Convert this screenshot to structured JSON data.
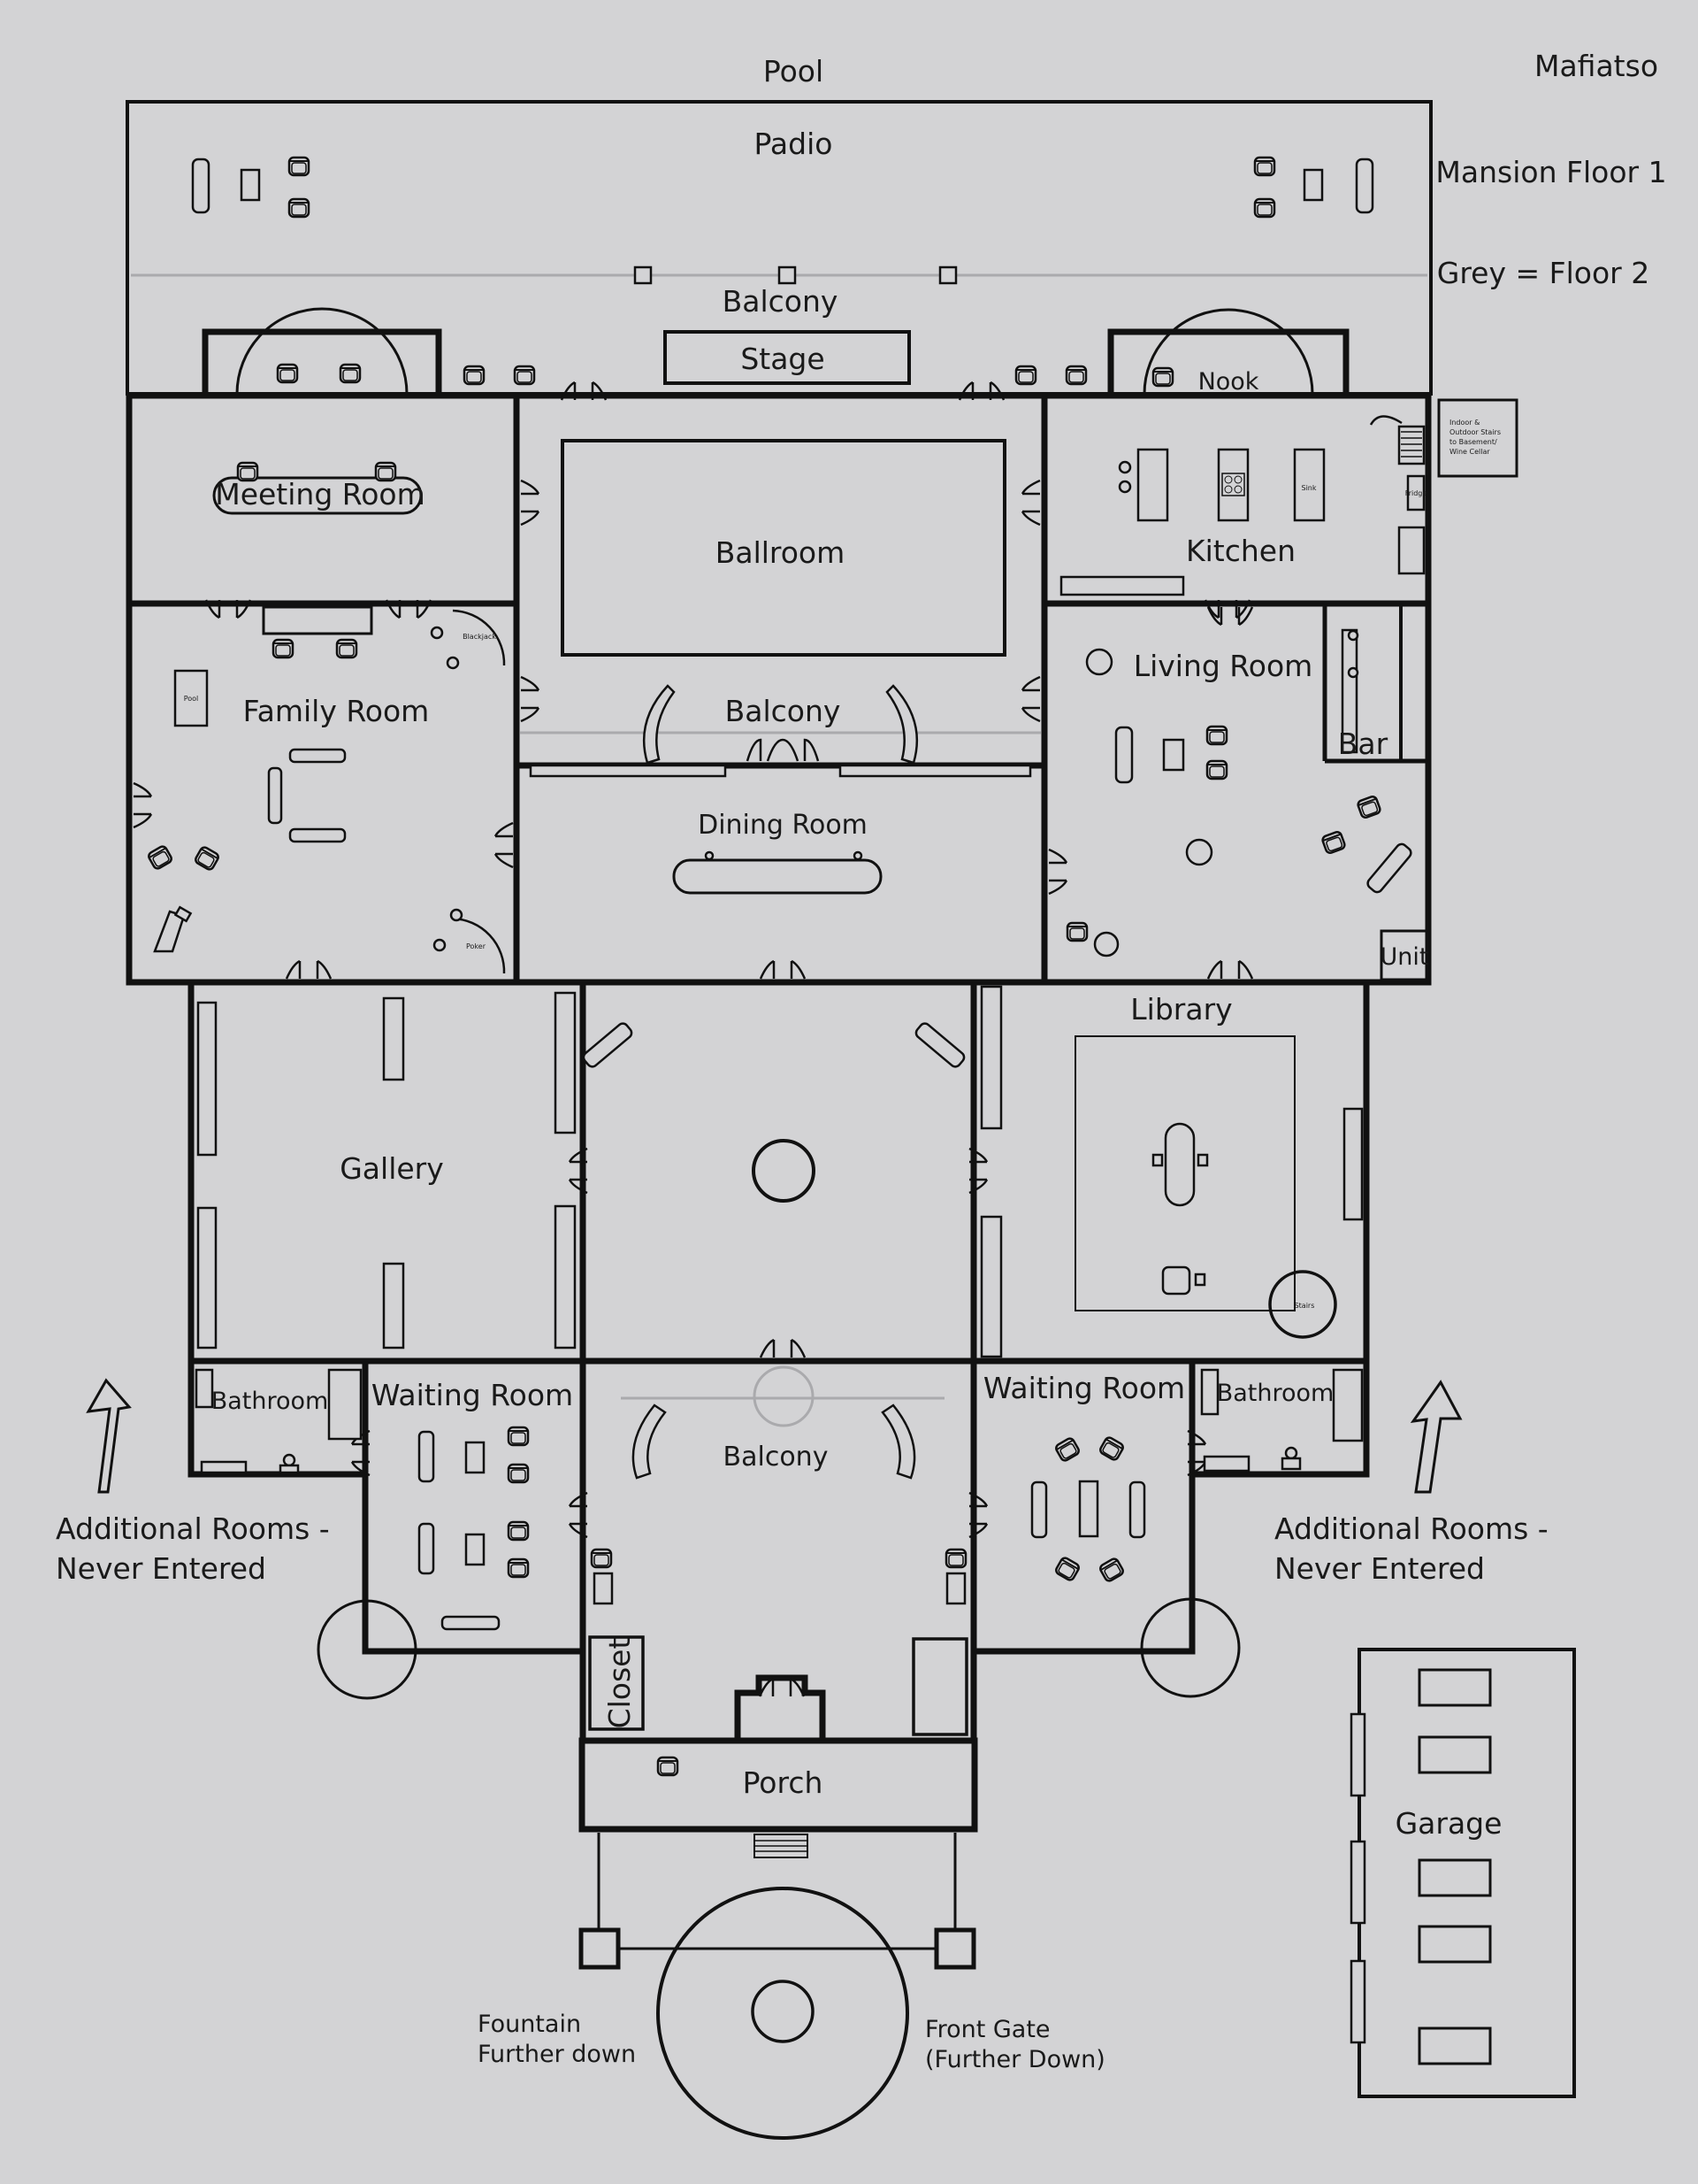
{
  "author": "Mafiatso",
  "title": "Mansion Floor 1",
  "legend": "Grey = Floor 2",
  "labels": {
    "pool": "Pool",
    "padio": "Padio",
    "balcony_top": "Balcony",
    "stage": "Stage",
    "nook": "Nook",
    "meeting_room": "Meeting Room",
    "ballroom": "Ballroom",
    "kitchen": "Kitchen",
    "sink": "Sink",
    "fridge": "Fridge",
    "stairs_note": [
      "Indoor &",
      "Outdoor Stairs",
      "to Basement/",
      "Wine Cellar"
    ],
    "family_room": "Family Room",
    "blackjack": "Blackjack",
    "pool_table": "Pool",
    "poker": "Poker",
    "balcony_mid": "Balcony",
    "living_room": "Living Room",
    "bar": "Bar",
    "dining_room": "Dining Room",
    "unit": "Unit",
    "gallery": "Gallery",
    "library": "Library",
    "stairs": "Stairs",
    "bathroom_left": "Bathroom",
    "waiting_room_left": "Waiting Room",
    "balcony_lower": "Balcony",
    "waiting_room_right": "Waiting Room",
    "bathroom_right": "Bathroom",
    "additional_left": [
      "Additional Rooms -",
      "Never Entered"
    ],
    "additional_right": [
      "Additional Rooms -",
      "Never Entered"
    ],
    "closet": "Closet",
    "porch": "Porch",
    "garage": "Garage",
    "fountain": [
      "Fountain",
      "Further down"
    ],
    "front_gate": [
      "Front Gate",
      "(Further Down)"
    ]
  },
  "colors": {
    "background": "#d3d3d5",
    "wall": "#111111",
    "floor2": "#aaaaad"
  }
}
